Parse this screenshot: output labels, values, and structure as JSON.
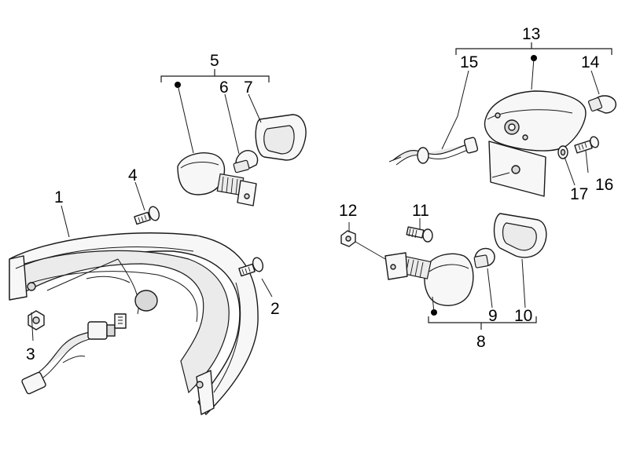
{
  "callouts": {
    "c1": "1",
    "c2": "2",
    "c3": "3",
    "c4": "4",
    "c5": "5",
    "c6": "6",
    "c7": "7",
    "c8": "8",
    "c9": "9",
    "c10": "10",
    "c11": "11",
    "c12": "12",
    "c13": "13",
    "c14": "14",
    "c15": "15",
    "c16": "16",
    "c17": "17"
  },
  "colors": {
    "line": "#1a1a1a",
    "background": "#ffffff"
  }
}
